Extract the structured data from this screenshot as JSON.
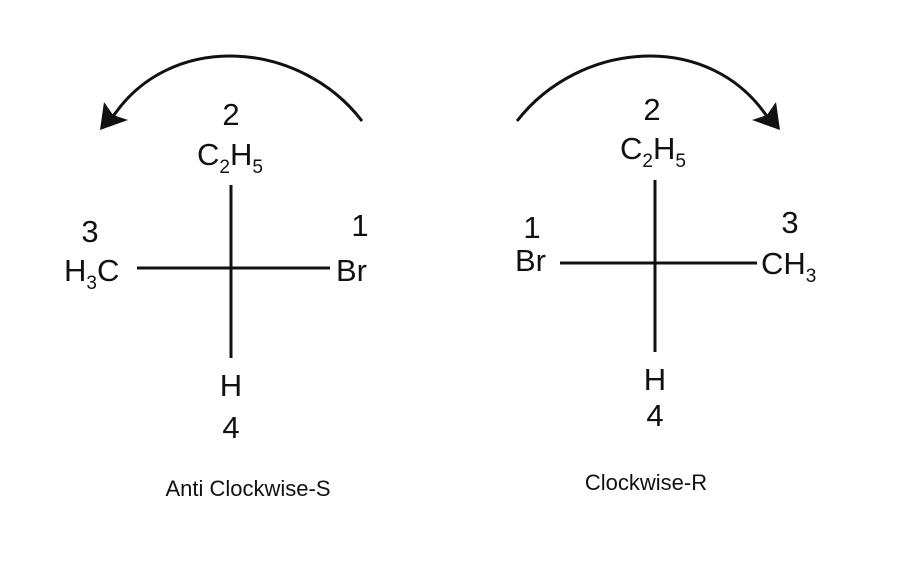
{
  "left": {
    "top_rank": "2",
    "top_group": "C",
    "top_sub1": "2",
    "top_h": "H",
    "top_sub2": "5",
    "left_rank": "3",
    "left_h": "H",
    "left_sub": "3",
    "left_c": "C",
    "right_rank": "1",
    "right_group": "Br",
    "bottom_group": "H",
    "bottom_rank": "4",
    "caption": "Anti Clockwise-S"
  },
  "right": {
    "top_rank": "2",
    "top_group": "C",
    "top_sub1": "2",
    "top_h": "H",
    "top_sub2": "5",
    "left_rank": "1",
    "left_group": "Br",
    "right_rank": "3",
    "right_c": "CH",
    "right_sub": "3",
    "bottom_group": "H",
    "bottom_rank": "4",
    "caption": "Clockwise-R"
  }
}
